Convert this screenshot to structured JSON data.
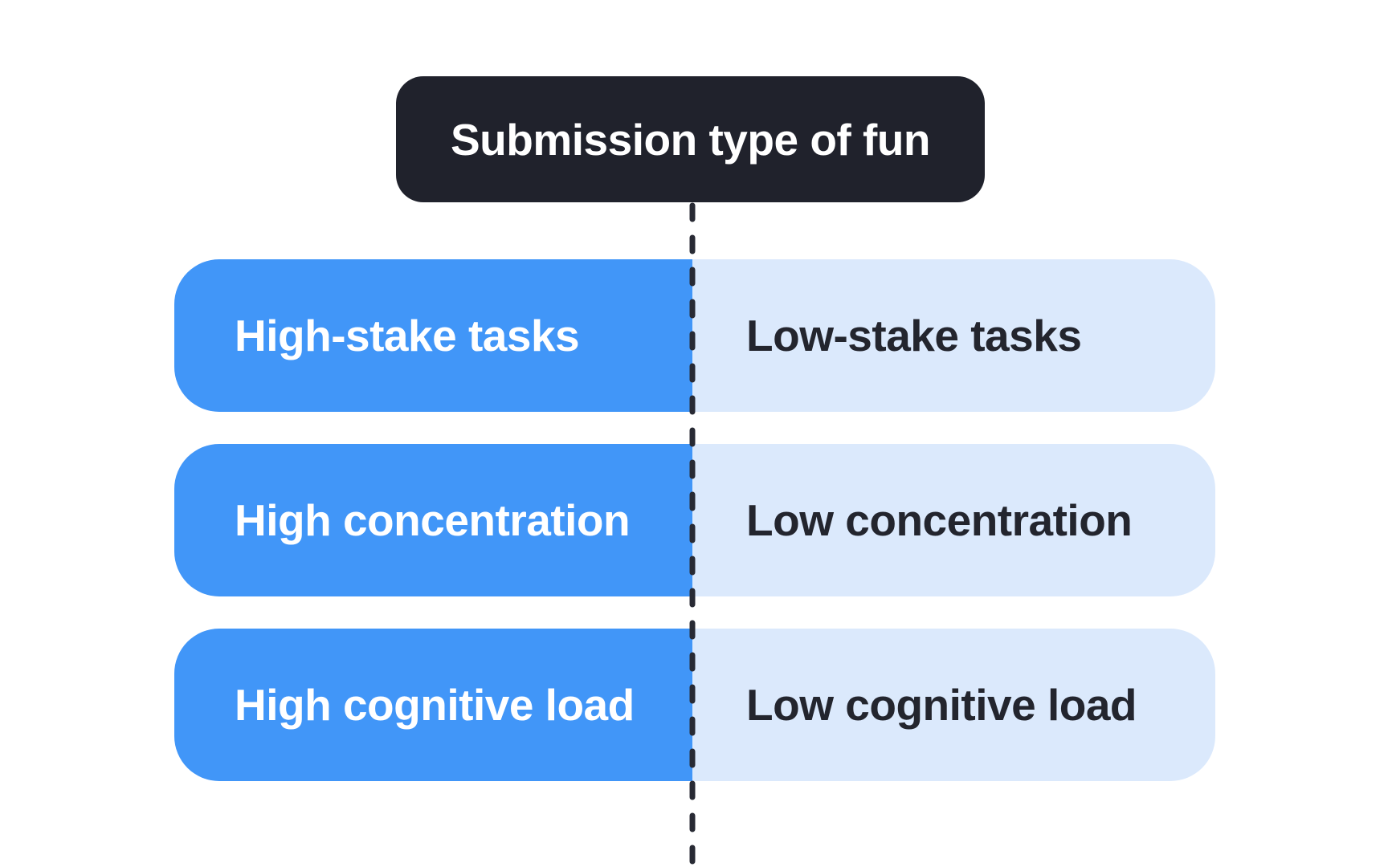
{
  "title_banner": {
    "label": "Submission type of fun"
  },
  "rows": [
    {
      "left": "High-stake tasks",
      "right": "Low-stake tasks"
    },
    {
      "left": "High concentration",
      "right": "Low concentration"
    },
    {
      "left": "High cognitive load",
      "right": "Low cognitive load"
    }
  ],
  "divider": {
    "style": "vertical-dashed",
    "color": "#282A34"
  },
  "colors": {
    "banner_bg": "#20222C",
    "banner_text": "#FFFFFF",
    "high_cell_bg": "#4196F8",
    "high_cell_text": "#FFFFFF",
    "low_cell_bg": "#DBE9FC",
    "low_cell_text": "#23252E",
    "background": "#FFFFFF"
  }
}
